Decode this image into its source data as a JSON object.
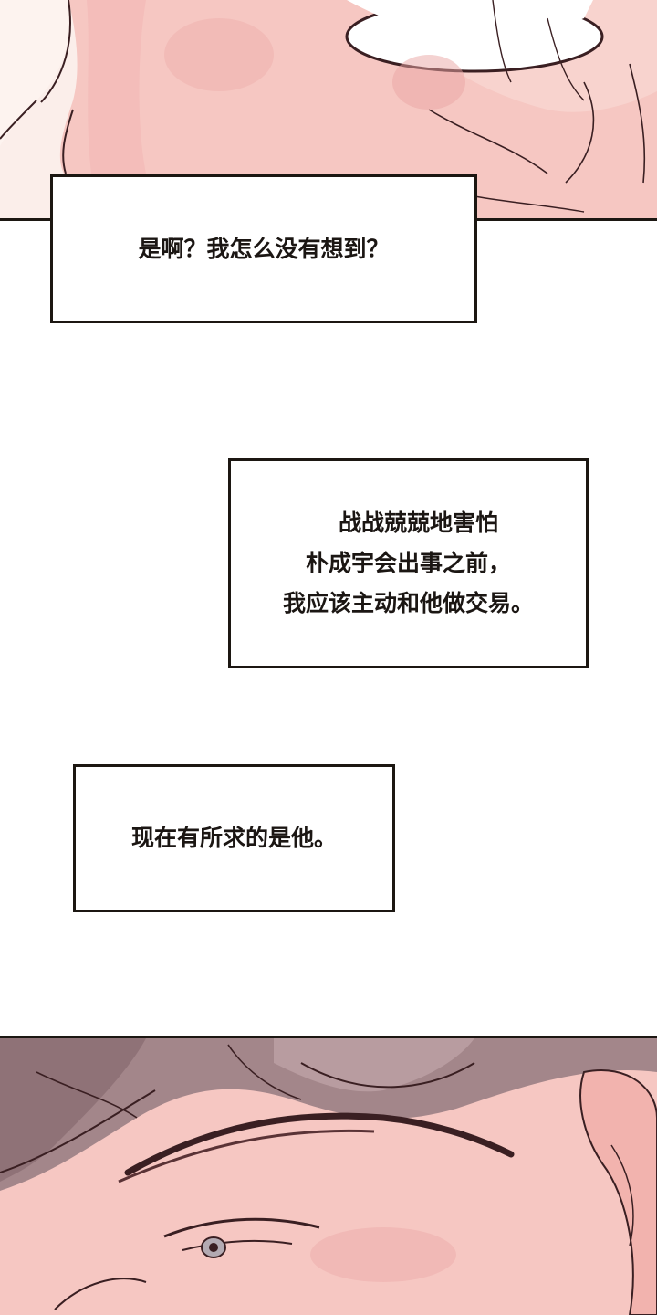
{
  "captions": [
    {
      "lines": [
        "是啊？我怎么没有想到？"
      ]
    },
    {
      "lines": [
        "战战兢兢地害怕",
        "朴成宇会出事之前，",
        "我应该主动和他做交易。"
      ]
    },
    {
      "lines": [
        "现在有所求的是他。"
      ]
    }
  ],
  "colors": {
    "skin": "#f6c7c2",
    "skin_shadow": "#eaa6a4",
    "hair": "#a3868a",
    "line_art": "#3a1f22",
    "border": "#1c1712"
  }
}
